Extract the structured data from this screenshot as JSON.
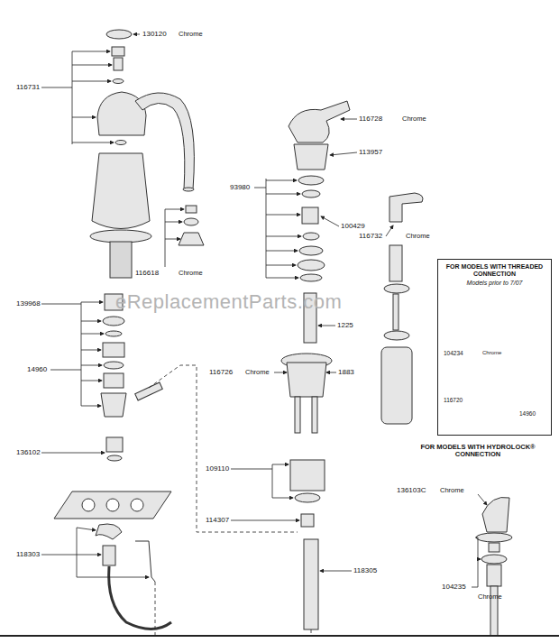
{
  "diagram": {
    "nodes": [
      {
        "text": [
          "FOR MODELS WITH THREADED CONNECTION",
          "Models prior to 7/07"
        ]
      }
    ],
    "labels": [
      "130120",
      "Chrome",
      "116731",
      "116618",
      "Chrome",
      "139968",
      "14960",
      "136102",
      "118303",
      "116728",
      "Chrome",
      "113957",
      "93980",
      "100429",
      "1225",
      "116732",
      "Chrome",
      "116726",
      "Chrome",
      "1883",
      "109110",
      "114307",
      "118305",
      "104234",
      "Chrome",
      "116720",
      "14960",
      "FOR MODELS WITH HYDROLOCK® CONNECTION",
      "136103C",
      "Chrome",
      "104235",
      "Chrome",
      "eReplacementParts.com"
    ]
  }
}
